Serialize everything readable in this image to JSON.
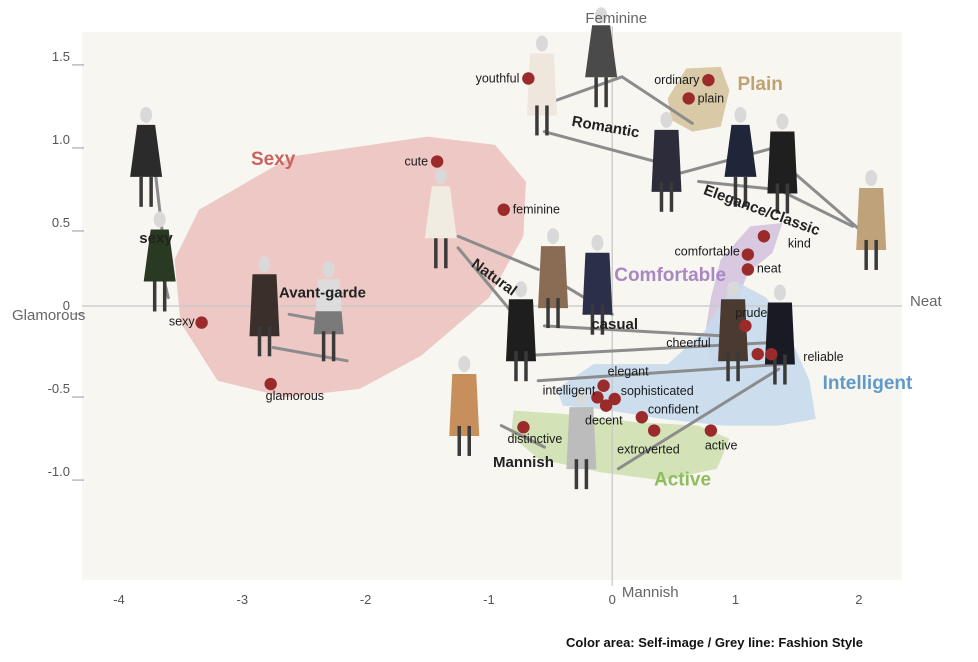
{
  "caption": "Color area: Self-image  /  Grey line: Fashion Style",
  "chart_data": {
    "type": "scatter",
    "title": "",
    "xlabel": "",
    "ylabel": "",
    "xlim": [
      -4.3,
      2.35
    ],
    "ylim": [
      -1.65,
      1.65
    ],
    "x_ticks": [
      -4,
      -3,
      -2,
      -1,
      0,
      1,
      2
    ],
    "x_tick_labels": [
      "-4",
      "-3",
      "-2",
      "-1",
      "0",
      "1",
      "2"
    ],
    "y_ticks": [
      -1.0,
      -0.5,
      0,
      0.5,
      1.0,
      1.5
    ],
    "y_tick_labels": [
      "-1.0",
      "-0.5",
      "0",
      "0.5",
      "1.0",
      "1.5"
    ],
    "axis_end_labels": {
      "top": "Feminine",
      "bottom": "Mannish",
      "left": "Glamorous",
      "right": "Neat"
    },
    "grid": false,
    "colors": {
      "background": "#f8f6f1",
      "point": "#9b2b2b",
      "line": "#8c8c8c",
      "axis": "#c8c8c8"
    },
    "points": [
      {
        "label": "youthful",
        "x": -0.68,
        "y": 1.37
      },
      {
        "label": "ordinary",
        "x": 0.78,
        "y": 1.36
      },
      {
        "label": "plain",
        "x": 0.62,
        "y": 1.25
      },
      {
        "label": "cute",
        "x": -1.42,
        "y": 0.87
      },
      {
        "label": "feminine",
        "x": -0.88,
        "y": 0.58
      },
      {
        "label": "kind",
        "x": 1.23,
        "y": 0.42
      },
      {
        "label": "comfortable",
        "x": 1.1,
        "y": 0.31
      },
      {
        "label": "neat",
        "x": 1.1,
        "y": 0.22
      },
      {
        "label": "sexy",
        "x": -3.33,
        "y": -0.1
      },
      {
        "label": "prudent",
        "x": 1.08,
        "y": -0.12
      },
      {
        "label": "cheerful",
        "x": 1.18,
        "y": -0.29
      },
      {
        "label": "reliable",
        "x": 1.29,
        "y": -0.29
      },
      {
        "label": "glamorous",
        "x": -2.77,
        "y": -0.47
      },
      {
        "label": "elegant",
        "x": -0.07,
        "y": -0.48
      },
      {
        "label": "sophisticated",
        "x": 0.02,
        "y": -0.56
      },
      {
        "label": "intelligent",
        "x": -0.12,
        "y": -0.55
      },
      {
        "label": "decent",
        "x": -0.05,
        "y": -0.6
      },
      {
        "label": "confident",
        "x": 0.24,
        "y": -0.67
      },
      {
        "label": "extroverted",
        "x": 0.34,
        "y": -0.75
      },
      {
        "label": "active",
        "x": 0.8,
        "y": -0.75
      },
      {
        "label": "distinctive",
        "x": -0.72,
        "y": -0.73
      }
    ],
    "styles": [
      {
        "label": "sexy",
        "x": -3.7,
        "y": 0.38
      },
      {
        "label": "Avant-garde",
        "x": -2.35,
        "y": 0.05
      },
      {
        "label": "Romantic",
        "x": -0.06,
        "y": 1.05
      },
      {
        "label": "Elegance/Classic",
        "x": 1.2,
        "y": 0.55
      },
      {
        "label": "Natural",
        "x": -0.98,
        "y": 0.15
      },
      {
        "label": "casual",
        "x": 0.02,
        "y": -0.14
      },
      {
        "label": "Mannish",
        "x": -0.72,
        "y": -0.97
      }
    ],
    "self_image_regions": [
      {
        "label": "Sexy",
        "color": "#ecc3c1",
        "label_color": "#c8635e",
        "outline": [
          [
            -3.35,
            0.58
          ],
          [
            -2.6,
            0.9
          ],
          [
            -1.5,
            1.02
          ],
          [
            -0.95,
            0.97
          ],
          [
            -0.7,
            0.75
          ],
          [
            -0.72,
            0.42
          ],
          [
            -1.0,
            0.05
          ],
          [
            -1.55,
            -0.3
          ],
          [
            -2.05,
            -0.5
          ],
          [
            -2.65,
            -0.55
          ],
          [
            -3.2,
            -0.45
          ],
          [
            -3.5,
            -0.1
          ],
          [
            -3.55,
            0.28
          ]
        ]
      },
      {
        "label": "Plain",
        "color": "#d6c4a1",
        "label_color": "#c0a270",
        "outline": [
          [
            0.45,
            1.25
          ],
          [
            0.6,
            1.43
          ],
          [
            0.88,
            1.44
          ],
          [
            0.95,
            1.3
          ],
          [
            0.88,
            1.08
          ],
          [
            0.65,
            1.05
          ],
          [
            0.48,
            1.12
          ]
        ]
      },
      {
        "label": "Comfortable",
        "color": "#d5c4e0",
        "label_color": "#a987c3",
        "outline": [
          [
            0.8,
            0.05
          ],
          [
            0.88,
            0.28
          ],
          [
            1.12,
            0.48
          ],
          [
            1.38,
            0.5
          ],
          [
            1.3,
            0.32
          ],
          [
            1.1,
            0.2
          ],
          [
            1.0,
            0.0
          ],
          [
            0.98,
            -0.3
          ],
          [
            0.82,
            -0.38
          ],
          [
            0.75,
            -0.18
          ]
        ]
      },
      {
        "label": "Intelligent",
        "color": "#c8daee",
        "label_color": "#5f9ac9",
        "outline": [
          [
            -0.45,
            -0.5
          ],
          [
            -0.15,
            -0.35
          ],
          [
            0.45,
            -0.35
          ],
          [
            0.75,
            -0.15
          ],
          [
            1.0,
            0.15
          ],
          [
            1.25,
            0.05
          ],
          [
            1.45,
            -0.2
          ],
          [
            1.6,
            -0.45
          ],
          [
            1.65,
            -0.68
          ],
          [
            1.35,
            -0.72
          ],
          [
            0.9,
            -0.72
          ],
          [
            0.4,
            -0.68
          ],
          [
            -0.1,
            -0.62
          ],
          [
            -0.4,
            -0.6
          ]
        ]
      },
      {
        "label": "Active",
        "color": "#cfe1b2",
        "label_color": "#8ebd5f",
        "outline": [
          [
            -0.8,
            -0.63
          ],
          [
            -0.4,
            -0.65
          ],
          [
            0.2,
            -0.7
          ],
          [
            0.7,
            -0.72
          ],
          [
            0.95,
            -0.8
          ],
          [
            0.85,
            -0.98
          ],
          [
            0.4,
            -1.05
          ],
          [
            -0.1,
            -1.0
          ],
          [
            -0.6,
            -0.92
          ],
          [
            -0.82,
            -0.78
          ]
        ]
      }
    ]
  }
}
